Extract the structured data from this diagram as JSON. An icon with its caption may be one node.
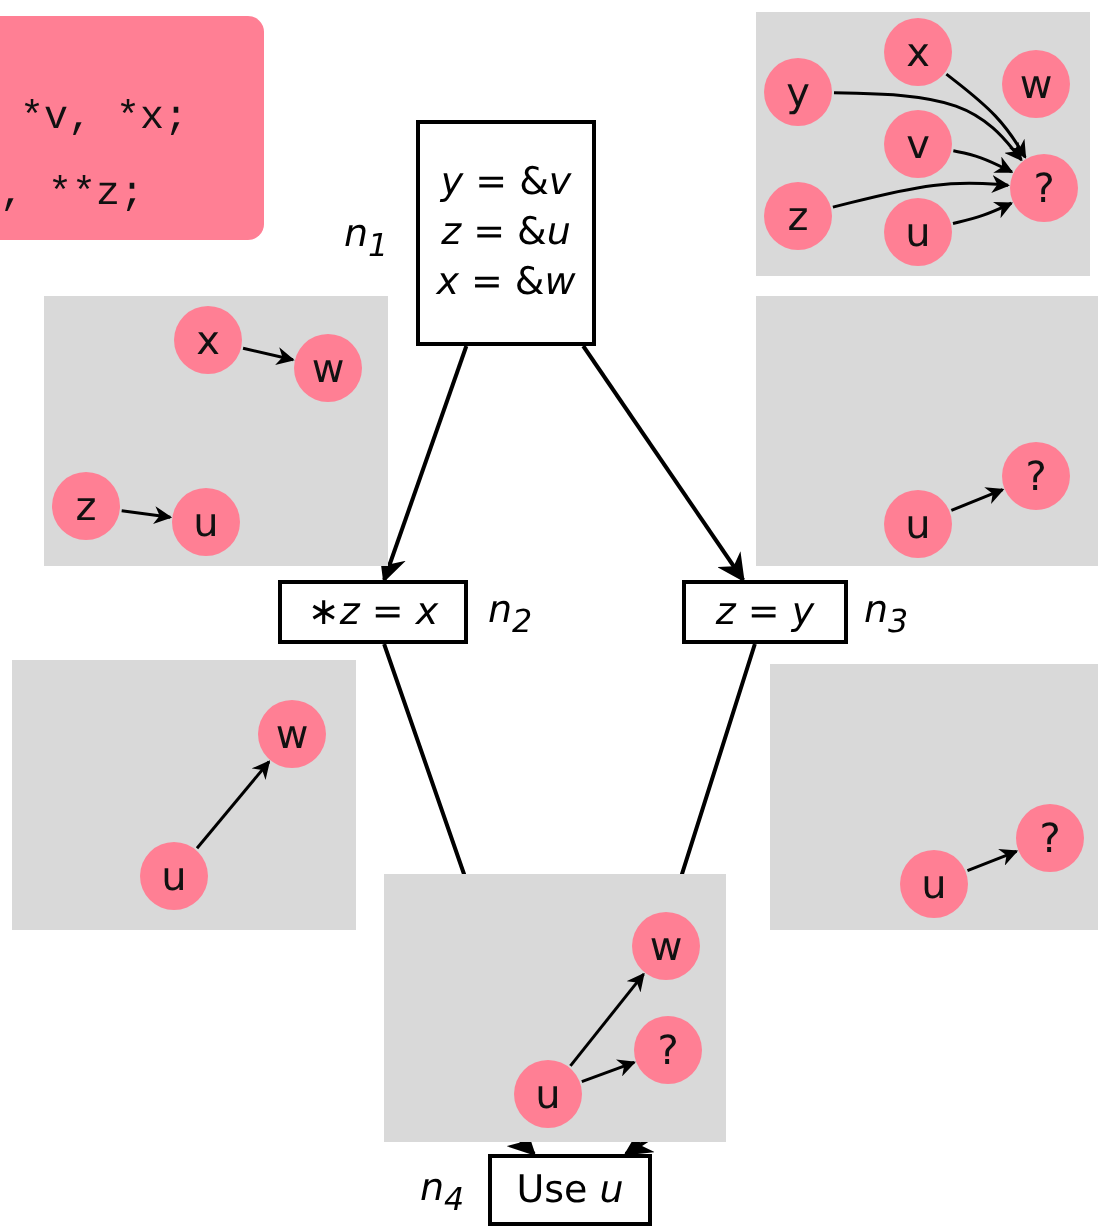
{
  "diagram": {
    "nodes": [
      {
        "text": [
          "*v, *x;",
          ", **z;"
        ]
      },
      {
        "text": [
          "*y* = &*v*",
          "*z* = &*u*",
          "*x* = &*w*"
        ],
        "beside": [
          "*n*$_{1}$"
        ]
      },
      {
        "text": [
          "∗*z* = *x*"
        ],
        "beside": [
          "*n*$_{2}$"
        ]
      },
      {
        "text": [
          "*z* = *y*"
        ],
        "beside": [
          "*n*$_{3}$"
        ]
      },
      {
        "text": [
          "Use *u*"
        ],
        "beside": [
          "*n*$_{4}$"
        ]
      },
      {
        "text": [],
        "shape": "box"
      },
      {
        "text": [
          "y"
        ],
        "in": 5
      },
      {
        "text": [
          "x"
        ],
        "in": 5
      },
      {
        "text": [
          "w"
        ],
        "in": 5
      },
      {
        "text": [
          "v"
        ],
        "in": 5
      },
      {
        "text": [
          "?"
        ],
        "in": 5
      },
      {
        "text": [
          "z"
        ],
        "in": 5
      },
      {
        "text": [
          "u"
        ],
        "in": 5
      },
      {
        "text": [],
        "shape": "box"
      },
      {
        "text": [
          "x"
        ],
        "in": 13
      },
      {
        "text": [
          "w"
        ],
        "in": 13
      },
      {
        "text": [
          "z"
        ],
        "in": 13
      },
      {
        "text": [
          "u"
        ],
        "in": 13
      },
      {
        "text": [],
        "shape": "box"
      },
      {
        "text": [
          "?"
        ],
        "in": 18
      },
      {
        "text": [
          "u"
        ],
        "in": 18
      },
      {
        "text": [],
        "shape": "box"
      },
      {
        "text": [
          "w"
        ],
        "in": 21
      },
      {
        "text": [
          "u"
        ],
        "in": 21
      },
      {
        "text": [],
        "shape": "box"
      },
      {
        "text": [
          "?"
        ],
        "in": 24
      },
      {
        "text": [
          "u"
        ],
        "in": 24
      },
      {
        "text": [],
        "shape": "box"
      },
      {
        "text": [
          "w"
        ],
        "in": 27
      },
      {
        "text": [
          "?"
        ],
        "in": 27
      },
      {
        "text": [
          "u"
        ],
        "in": 27
      }
    ],
    "edges": [
      {
        "from": 1,
        "to": 2,
        "arrow": "to"
      },
      {
        "from": 1,
        "to": 3,
        "arrow": "to"
      },
      {
        "from": 2,
        "to": 4,
        "arrow": "to"
      },
      {
        "from": 3,
        "to": 4,
        "arrow": "to"
      },
      {
        "from": 6,
        "to": 10,
        "arrow": "to"
      },
      {
        "from": 7,
        "to": 10,
        "arrow": "to"
      },
      {
        "from": 9,
        "to": 10,
        "arrow": "to"
      },
      {
        "from": 11,
        "to": 10,
        "arrow": "to"
      },
      {
        "from": 12,
        "to": 10,
        "arrow": "to"
      },
      {
        "from": 14,
        "to": 15,
        "arrow": "to"
      },
      {
        "from": 16,
        "to": 17,
        "arrow": "to"
      },
      {
        "from": 20,
        "to": 19,
        "arrow": "to"
      },
      {
        "from": 23,
        "to": 22,
        "arrow": "to"
      },
      {
        "from": 26,
        "to": 25,
        "arrow": "to"
      },
      {
        "from": 30,
        "to": 28,
        "arrow": "to"
      },
      {
        "from": 30,
        "to": 29,
        "arrow": "to"
      }
    ]
  }
}
